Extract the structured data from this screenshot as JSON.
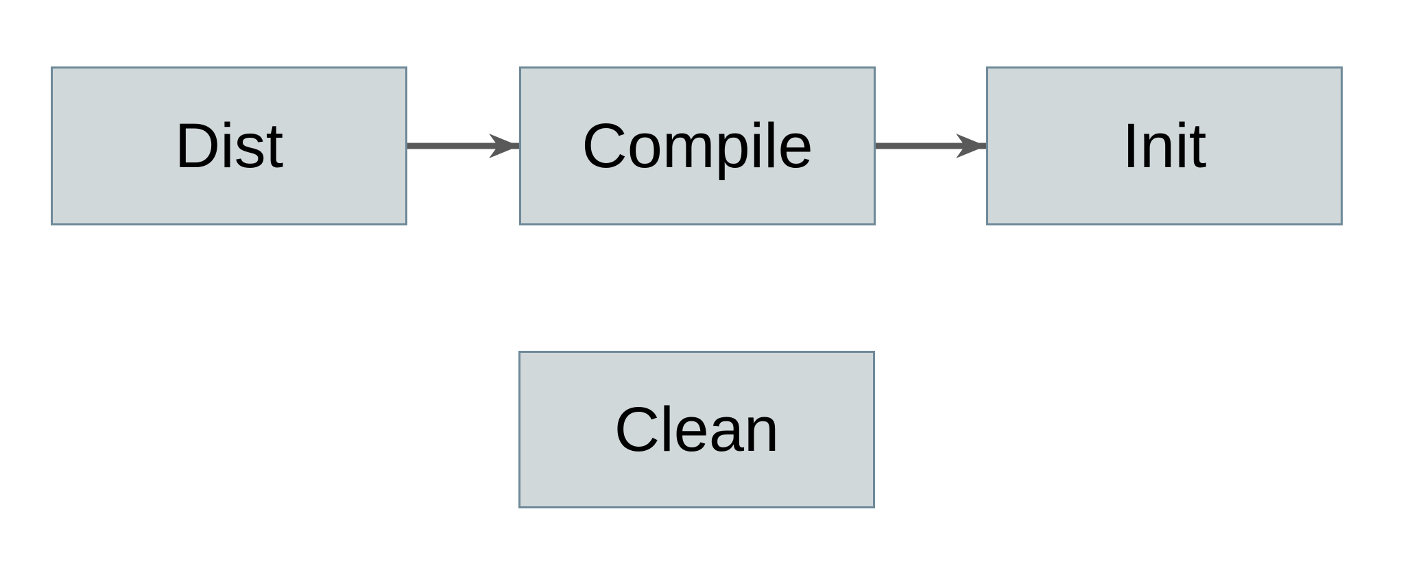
{
  "diagram": {
    "type": "flowchart",
    "background_color": "#ffffff",
    "node_fill_color": "#d1d8da",
    "node_border_color": "#6e8998",
    "label_color": "#000000",
    "arrow_color": "#595959",
    "nodes": [
      {
        "id": "dist",
        "label": "Dist"
      },
      {
        "id": "compile",
        "label": "Compile"
      },
      {
        "id": "init",
        "label": "Init"
      },
      {
        "id": "clean",
        "label": "Clean"
      }
    ],
    "edges": [
      {
        "from": "Dist",
        "to": "Compile",
        "style": "solid-arrow"
      },
      {
        "from": "Compile",
        "to": "Init",
        "style": "solid-arrow"
      }
    ]
  }
}
